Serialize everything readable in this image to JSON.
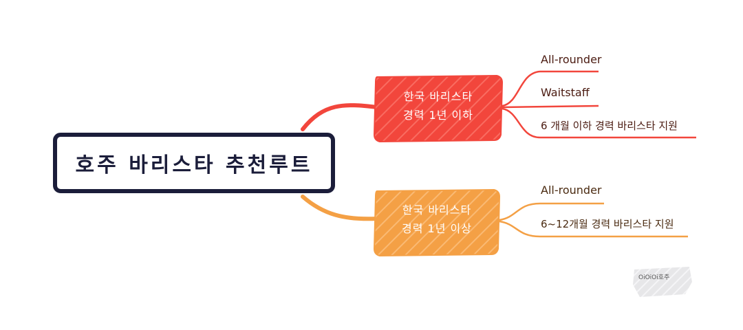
{
  "root": {
    "title": "호주 바리스타 추천루트"
  },
  "branches": [
    {
      "label_line1": "한국 바리스타",
      "label_line2": "경력 1년 이하",
      "color": "#f2463c",
      "leaves": [
        "All-rounder",
        "Waitstaff",
        "6 개월 이하 경력 바리스타 지원"
      ]
    },
    {
      "label_line1": "한국 바리스타",
      "label_line2": "경력 1년 이상",
      "color": "#f4a045",
      "leaves": [
        "All-rounder",
        "6~12개월 경력 바리스타 지원"
      ]
    }
  ],
  "watermark": "OiOiOi호주",
  "colors": {
    "root_border": "#1b1d3a",
    "text_dark": "#1b1d3a"
  }
}
